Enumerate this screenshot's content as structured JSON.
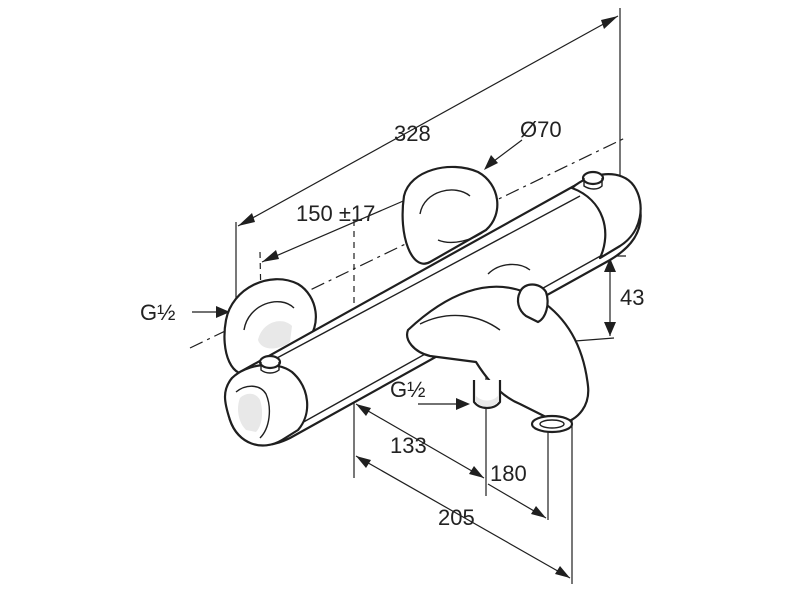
{
  "dimensions": {
    "overall_length": "328",
    "center_distance": "150 ±17",
    "rosette_diameter": "Ø70",
    "inlet_left": "G½",
    "outlet_bottom": "G½",
    "height": "43",
    "depth_outlet": "133",
    "depth_spout": "180",
    "depth_total": "205"
  },
  "colors": {
    "line": "#1f1f1f",
    "background": "#ffffff",
    "shading": "#e8e8e8"
  }
}
